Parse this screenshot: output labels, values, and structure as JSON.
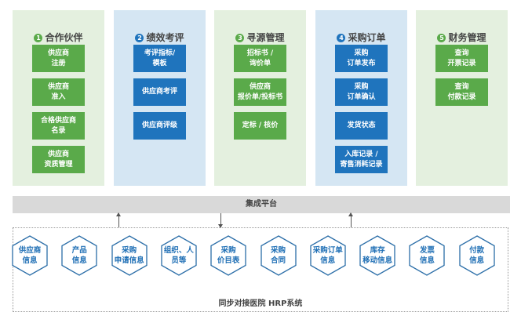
{
  "columns": [
    {
      "num": "1",
      "title": "合作伙伴",
      "theme": "green",
      "items": [
        "供应商\n注册",
        "供应商\n准入",
        "合格供应商\n名录",
        "供应商\n资质管理"
      ]
    },
    {
      "num": "2",
      "title": "绩效考评",
      "theme": "blue",
      "items": [
        "考评指标/\n模板",
        "供应商考评",
        "供应商评级"
      ]
    },
    {
      "num": "3",
      "title": "寻源管理",
      "theme": "green",
      "items": [
        "招标书 /\n询价单",
        "供应商\n报价单/投标书",
        "定标 / 核价"
      ]
    },
    {
      "num": "4",
      "title": "采购订单",
      "theme": "blue",
      "items": [
        "采购\n订单发布",
        "采购\n订单确认",
        "发货状态",
        "入库记录 /\n寄售消耗记录"
      ]
    },
    {
      "num": "5",
      "title": "财务管理",
      "theme": "green",
      "items": [
        "查询\n开票记录",
        "查询\n付款记录"
      ]
    }
  ],
  "integration_platform": "集成平台",
  "hrp": {
    "label": "同步对接医院 HRP系统",
    "items": [
      "供应商\n信息",
      "产品\n信息",
      "采购\n申请信息",
      "组织、人\n员等",
      "采购\n价目表",
      "采购\n合同",
      "采购订单\n信息",
      "库存\n移动信息",
      "发票\n信息",
      "付款\n信息"
    ]
  },
  "colors": {
    "green": "#5aaa4a",
    "blue": "#1f74bd",
    "hex_stroke": "#2b6ea8"
  }
}
